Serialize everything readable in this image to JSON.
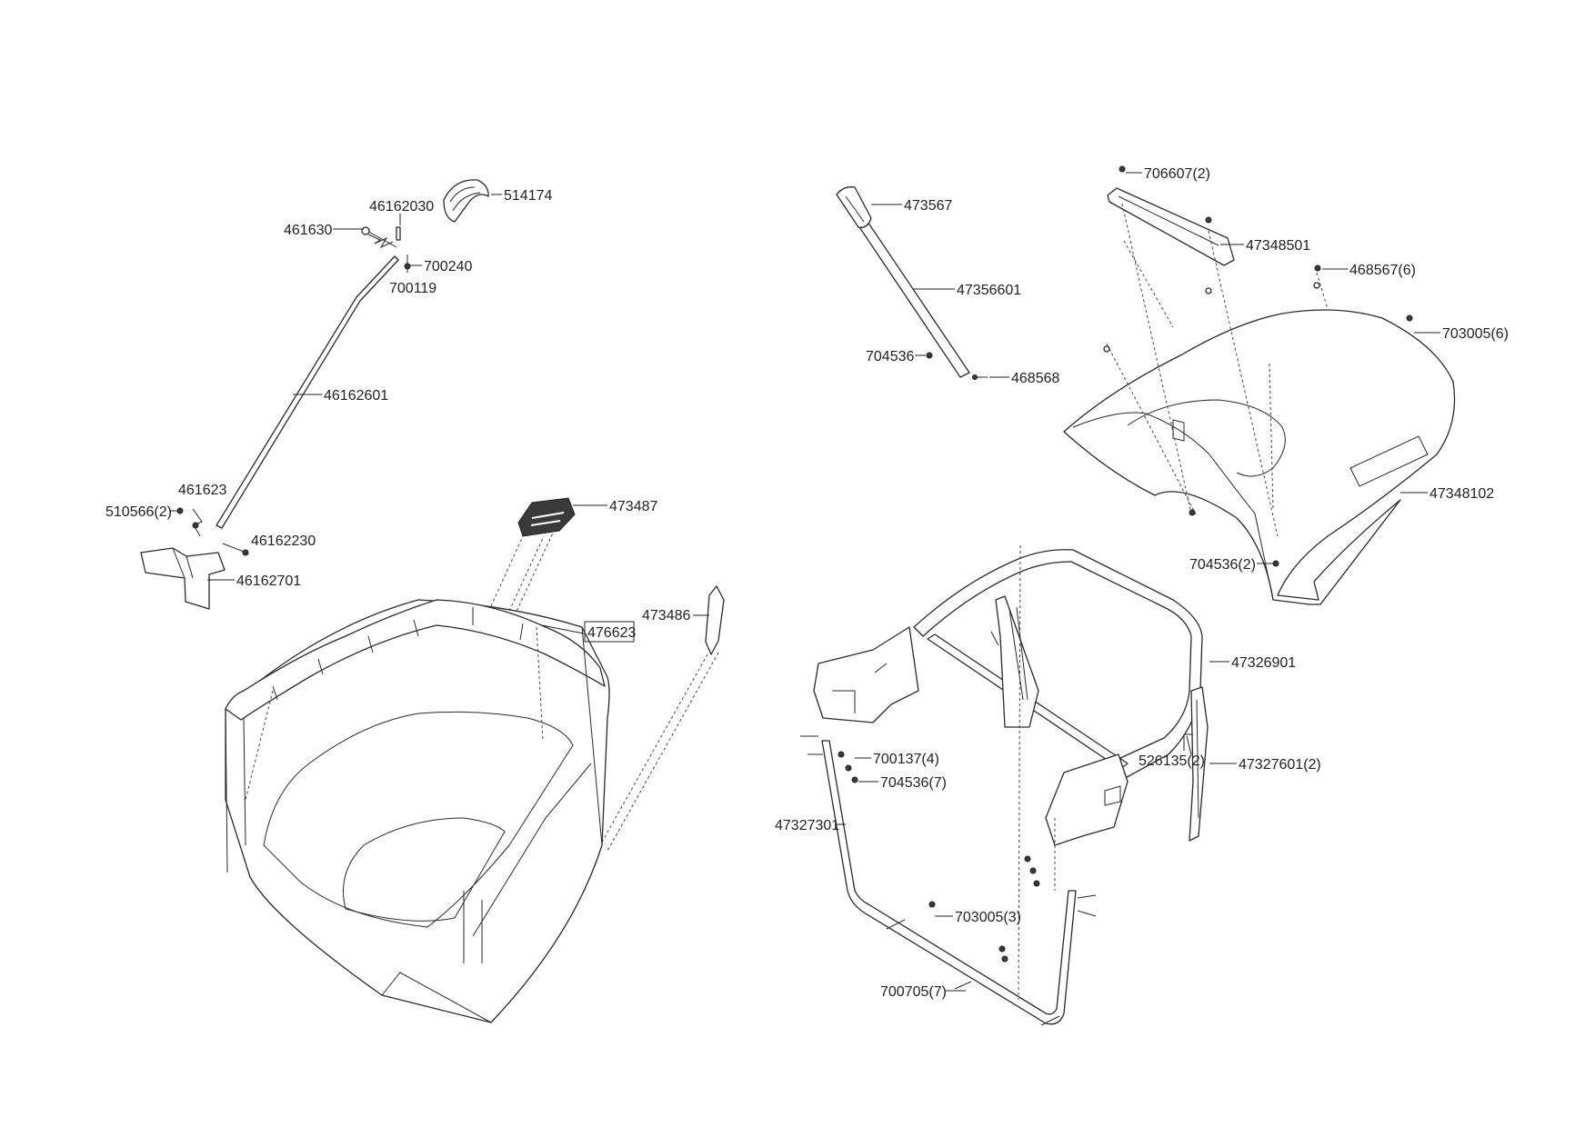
{
  "labels": {
    "p514174": "514174",
    "p46162030": "46162030",
    "p461630": "461630",
    "p700240": "700240",
    "p700119": "700119",
    "p46162601": "46162601",
    "p461623": "461623",
    "p510566": "510566(2)",
    "p46162230": "46162230",
    "p46162701": "46162701",
    "p473487": "473487",
    "p473486": "473486",
    "p476623": "476623",
    "p473567": "473567",
    "p47356601": "47356601",
    "p704536": "704536",
    "p468568": "468568",
    "p706607": "706607(2)",
    "p47348501": "47348501",
    "p468567": "468567(6)",
    "p703005_6": "703005(6)",
    "p47348102": "47348102",
    "p704536_2": "704536(2)",
    "p47326901": "47326901",
    "p526135": "526135(2)",
    "p47327601": "47327601(2)",
    "p700137": "700137(4)",
    "p704536_7": "704536(7)",
    "p47327301": "47327301",
    "p703005_3": "703005(3)",
    "p700705": "700705(7)"
  }
}
